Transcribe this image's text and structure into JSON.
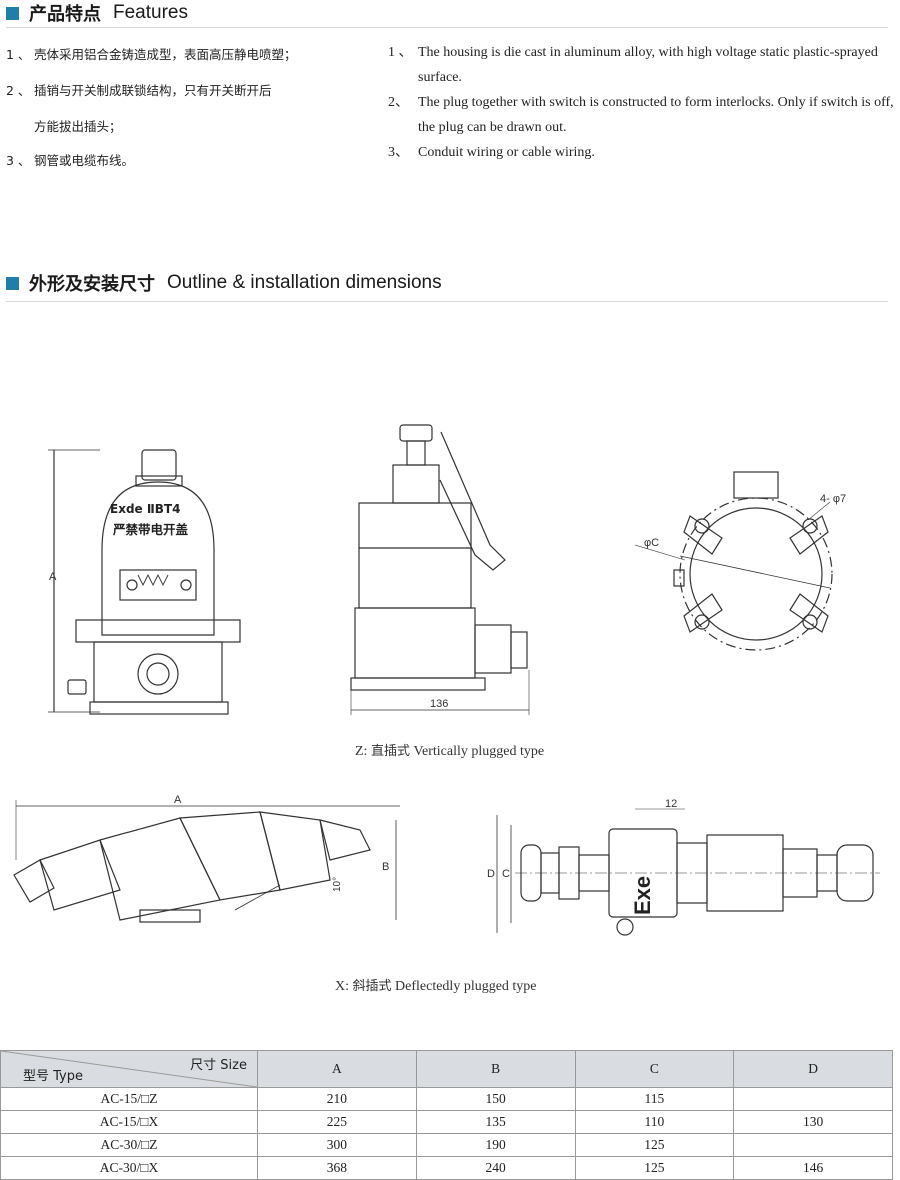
{
  "features": {
    "title_cn": "产品特点",
    "title_en": "Features",
    "items_cn": [
      {
        "num": "1 、",
        "text": "壳体采用铝合金铸造成型，表面高压静电喷塑；"
      },
      {
        "num": "2 、",
        "text": "插销与开关制成联锁结构，只有开关断开后"
      },
      {
        "num": "",
        "text": "方能拔出插头；"
      },
      {
        "num": "3 、",
        "text": "钢管或电缆布线。"
      }
    ],
    "items_en": [
      {
        "num": "1 、",
        "text": "The housing is die cast in aluminum alloy, with high voltage static plastic-sprayed surface."
      },
      {
        "num": "2、",
        "text": "The plug together with switch is constructed to form interlocks. Only if switch is off, the plug can be drawn out."
      },
      {
        "num": "3、",
        "text": "Conduit wiring or cable wiring."
      }
    ]
  },
  "outline": {
    "title_cn": "外形及安装尺寸",
    "title_en": "Outline & installation dimensions"
  },
  "drawing_labels": {
    "exd_mark": "Exde ⅡBT4",
    "warning": "严禁带电开盖",
    "dim_a": "A",
    "dim_b": "B",
    "dim_c": "C",
    "dim_d": "D",
    "dim_136": "136",
    "holes": "4- φ7",
    "phi_c": "φC",
    "angle": "10°",
    "dim_12": "12",
    "exe": "Exe"
  },
  "captions": {
    "z_prefix": "Z:",
    "z_cn": "直插式",
    "z_en": "Vertically plugged type",
    "x_prefix": "X:",
    "x_cn": "斜插式",
    "x_en": "Deflectedly plugged type"
  },
  "table": {
    "header_size": "尺寸 Size",
    "header_type": "型号 Type",
    "columns": [
      "A",
      "B",
      "C",
      "D"
    ],
    "rows": [
      {
        "type": "AC-15/□Z",
        "a": "210",
        "b": "150",
        "c": "115",
        "d": ""
      },
      {
        "type": "AC-15/□X",
        "a": "225",
        "b": "135",
        "c": "110",
        "d": "130"
      },
      {
        "type": "AC-30/□Z",
        "a": "300",
        "b": "190",
        "c": "125",
        "d": ""
      },
      {
        "type": "AC-30/□X",
        "a": "368",
        "b": "240",
        "c": "125",
        "d": "146"
      }
    ]
  }
}
